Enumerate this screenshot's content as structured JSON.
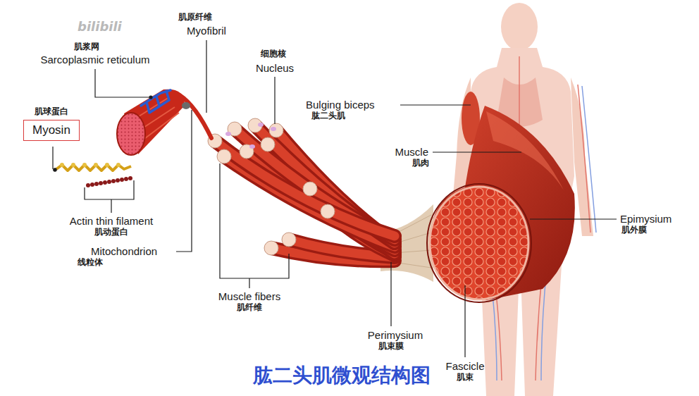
{
  "diagram": {
    "caption": "肱二头肌微观结构图",
    "nodes": [
      {
        "text": [
          "肌球蛋白",
          "Myosin"
        ]
      }
    ],
    "labels": [
      "肌浆网",
      "Sarcoplasmic reticulum",
      "肌原纤维",
      "Myofibril",
      "细胞核",
      "Nucleus",
      "Bulging biceps",
      "肱二头肌",
      "Muscle",
      "肌肉",
      "Epimysium",
      "肌外膜",
      "Actin thin filament",
      "肌动蛋白",
      "Mitochondrion",
      "线粒体",
      "Muscle fibers",
      "肌纤维",
      "Perimysium",
      "肌束膜",
      "Fascicle",
      "肌束",
      "bilibili"
    ]
  }
}
